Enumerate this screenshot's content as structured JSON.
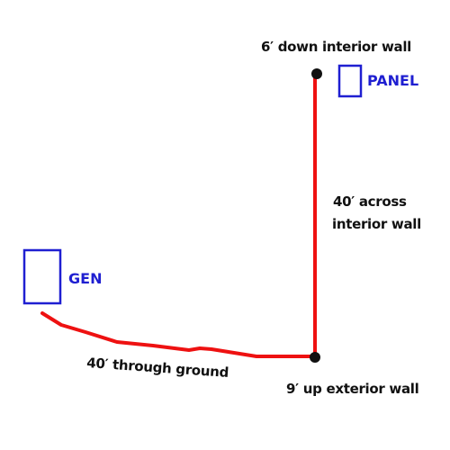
{
  "colors": {
    "wire": "#ee1111",
    "equipment": "#1f1fd1",
    "junction": "#111111",
    "text": "#111111"
  },
  "equipment": {
    "panel_label": "PANEL",
    "generator_label": "GEN"
  },
  "run_segments": {
    "interior_down": "6′ down interior wall",
    "across_line1": "40′ across",
    "across_line2": "interior wall",
    "exterior_up": "9′ up exterior wall",
    "through_ground": "40′ through ground"
  }
}
